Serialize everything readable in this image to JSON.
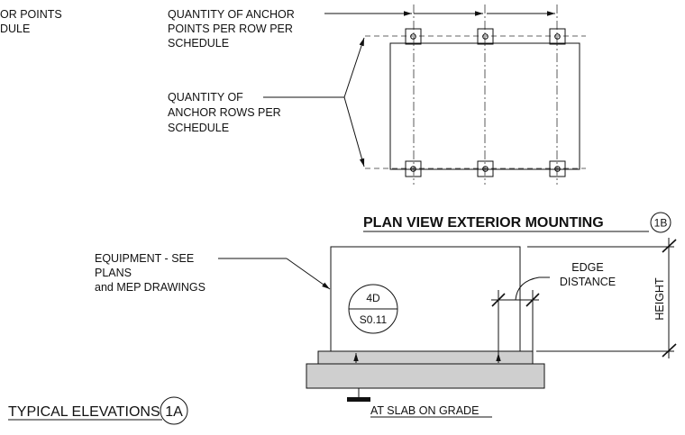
{
  "labels": {
    "anchor_points_cut_line1": "OR POINTS",
    "anchor_points_cut_line2": "DULE",
    "anchor_points_per_row": [
      "QUANTITY OF ANCHOR",
      "POINTS PER ROW PER",
      "SCHEDULE"
    ],
    "anchor_rows": [
      "QUANTITY OF",
      "ANCHOR ROWS PER",
      "SCHEDULE"
    ],
    "equipment": [
      "EQUIPMENT - SEE",
      "PLANS",
      "and MEP DRAWINGS"
    ],
    "edge_distance": [
      "EDGE",
      "DISTANCE"
    ],
    "height": "HEIGHT",
    "slab_note": "AT SLAB ON GRADE"
  },
  "plan_view": {
    "title": "PLAN VIEW EXTERIOR MOUNTING",
    "tag": "1B"
  },
  "elevation": {
    "title": "TYPICAL ELEVATIONS",
    "tag": "1A"
  },
  "detail_callout": {
    "detail": "4D",
    "sheet": "S0.11"
  }
}
